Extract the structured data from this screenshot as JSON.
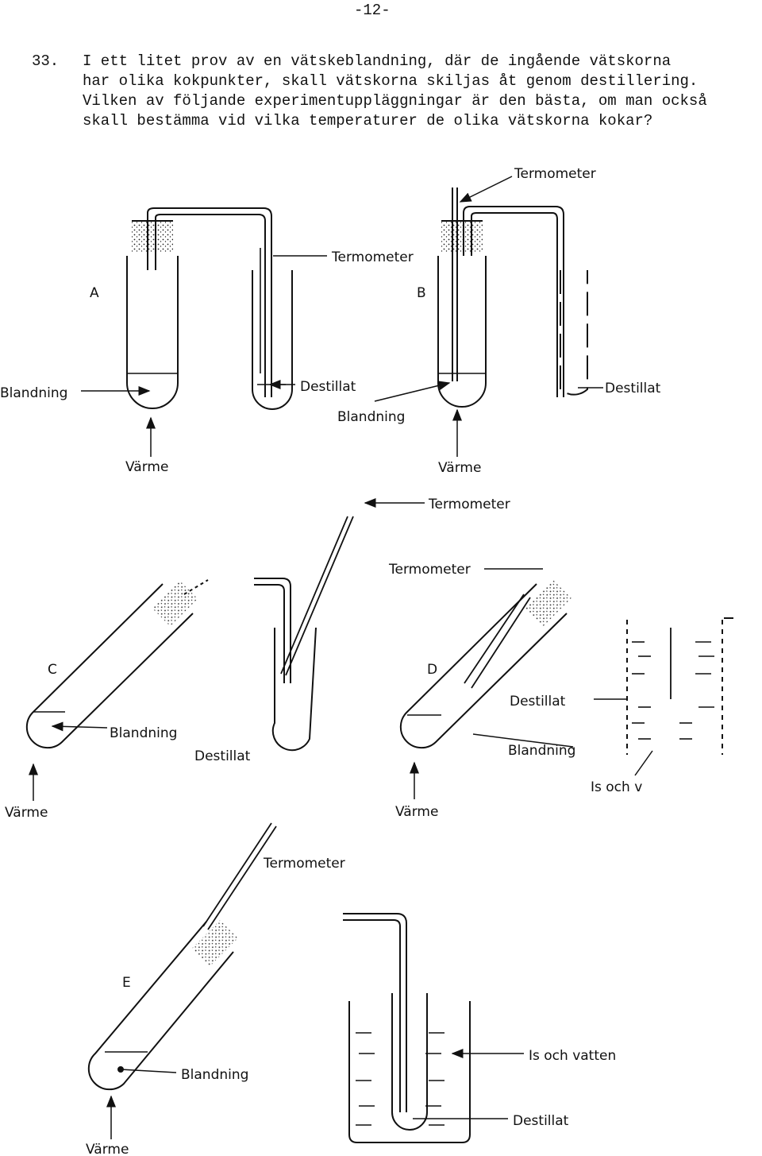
{
  "page_number": "-12-",
  "question": {
    "number": "33.",
    "lines": [
      "I ett litet prov av en vätskeblandning, där de ingående vätskorna",
      "har olika kokpunkter, skall vätskorna skiljas åt genom destillering.",
      "Vilken av följande experimentuppläggningar är den bästa, om man också",
      "skall bestämma vid vilka temperaturer de olika vätskorna kokar?"
    ]
  },
  "options": {
    "A": {
      "letter": "A",
      "termometer": "Termometer",
      "blandning": "Blandning",
      "destillat": "Destillat",
      "varme": "Värme"
    },
    "B": {
      "letter": "B",
      "termometer": "Termometer",
      "blandning": "Blandning",
      "destillat": "Destillat",
      "varme": "Värme"
    },
    "C": {
      "letter": "C",
      "termometer": "Termometer",
      "blandning": "Blandning",
      "destillat": "Destillat",
      "varme": "Värme"
    },
    "D": {
      "letter": "D",
      "termometer": "Termometer",
      "blandning": "Blandning",
      "destillat": "Destillat",
      "varme": "Värme",
      "is_och_vatten": "Is och v"
    },
    "E": {
      "letter": "E",
      "termometer": "Termometer",
      "blandning": "Blandning",
      "destillat": "Destillat",
      "varme": "Värme",
      "is_och_vatten": "Is och vatten"
    }
  }
}
